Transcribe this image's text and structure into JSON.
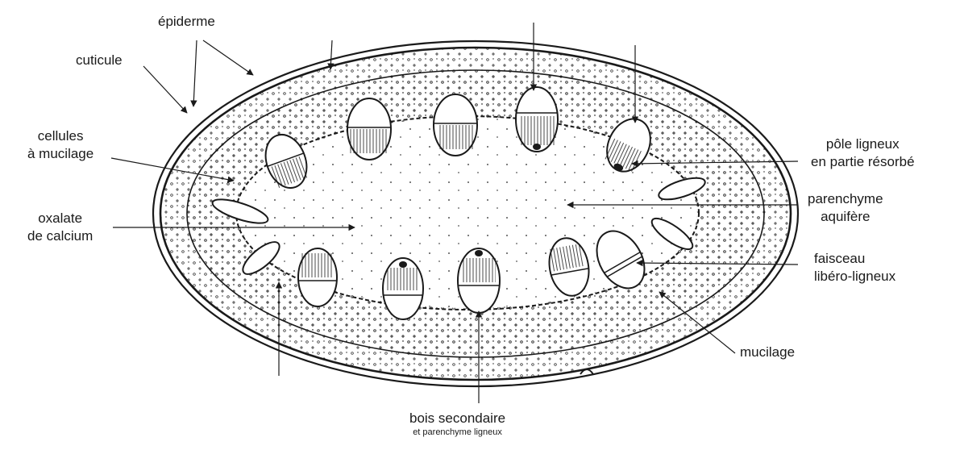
{
  "labels": {
    "epiderme": "épiderme",
    "cuticule": "cuticule",
    "cellules_line1": "cellules",
    "cellules_line2": "à mucilage",
    "oxalate_line1": "oxalate",
    "oxalate_line2": "de calcium",
    "pole_line1": "pôle ligneux",
    "pole_line2": "en partie résorbé",
    "parenchyme_line1": "parenchyme",
    "parenchyme_line2": "aquifère",
    "faisceau_line1": "faisceau",
    "faisceau_line2": "libéro-ligneux",
    "mucilage": "mucilage",
    "bois_line1": "bois secondaire",
    "bois_line2": "et parenchyme ligneux"
  },
  "colors": {
    "ink": "#1a1a1a",
    "paper": "#ffffff"
  }
}
